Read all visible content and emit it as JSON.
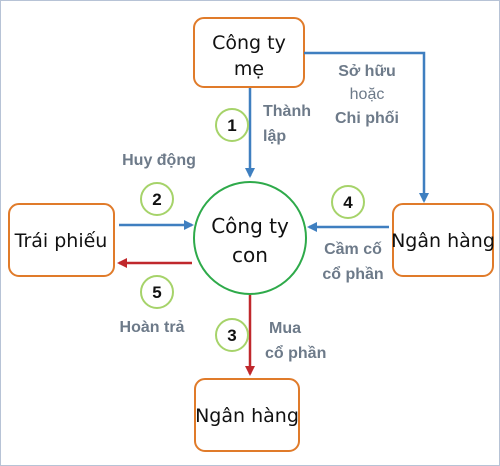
{
  "nodes": {
    "parent_company": {
      "lines": [
        "Công ty",
        "mẹ"
      ]
    },
    "subsidiary": {
      "lines": [
        "Công ty",
        "con"
      ]
    },
    "bonds": {
      "label": "Trái phiếu"
    },
    "bank_right": {
      "label": "Ngân hàng"
    },
    "bank_bottom": {
      "label": "Ngân hàng"
    }
  },
  "edges": {
    "establish": {
      "number": "1",
      "lines": [
        "Thành",
        "lập"
      ]
    },
    "mobilize": {
      "number": "2",
      "label": "Huy động"
    },
    "buy_shares": {
      "number": "3",
      "lines": [
        "Mua",
        "cổ phần"
      ]
    },
    "pledge": {
      "number": "4",
      "lines": [
        "Cầm cố",
        "cổ phần"
      ]
    },
    "repay": {
      "number": "5",
      "label": "Hoàn trả"
    },
    "own_control": {
      "lines": [
        "Sở hữu",
        "hoặc",
        "Chi phối"
      ]
    }
  },
  "colors": {
    "box_border": "#e07b2a",
    "circle_border": "#2eaa4a",
    "number_circle_border": "#a6d36a",
    "arrow_blue": "#3f7fc0",
    "arrow_red": "#c0282c",
    "label_gray": "#6d7a89"
  }
}
